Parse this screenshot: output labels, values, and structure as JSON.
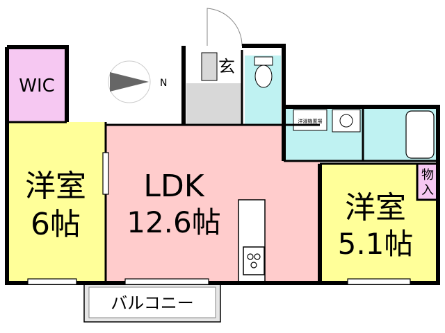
{
  "floor_plan": {
    "rooms": {
      "wic": {
        "label": "WIC",
        "color": "#f6c8f2"
      },
      "western_room_6": {
        "label_line1": "洋室",
        "label_line2": "6帖",
        "color": "#ffff99"
      },
      "ldk": {
        "label_line1": "LDK",
        "label_line2": "12.6帖",
        "color": "#ffcccc"
      },
      "western_room_5": {
        "label_line1": "洋室",
        "label_line2": "5.1帖",
        "color": "#ffff99"
      },
      "entrance": {
        "label": "玄",
        "color": "#d8d8d8"
      },
      "toilet": {
        "color": "#bff2f2"
      },
      "washroom": {
        "label": "洋濯機置場",
        "color": "#bff2f2"
      },
      "bathroom": {
        "color": "#bff2f2"
      },
      "storage": {
        "label_line1": "物",
        "label_line2": "入",
        "color": "#f6c8f2"
      },
      "balcony": {
        "label": "バルコニー",
        "color": "#e6e6e6"
      }
    },
    "compass": {
      "label": "N",
      "icon": "compass-arrow-icon"
    },
    "wall_color": "#000000"
  }
}
